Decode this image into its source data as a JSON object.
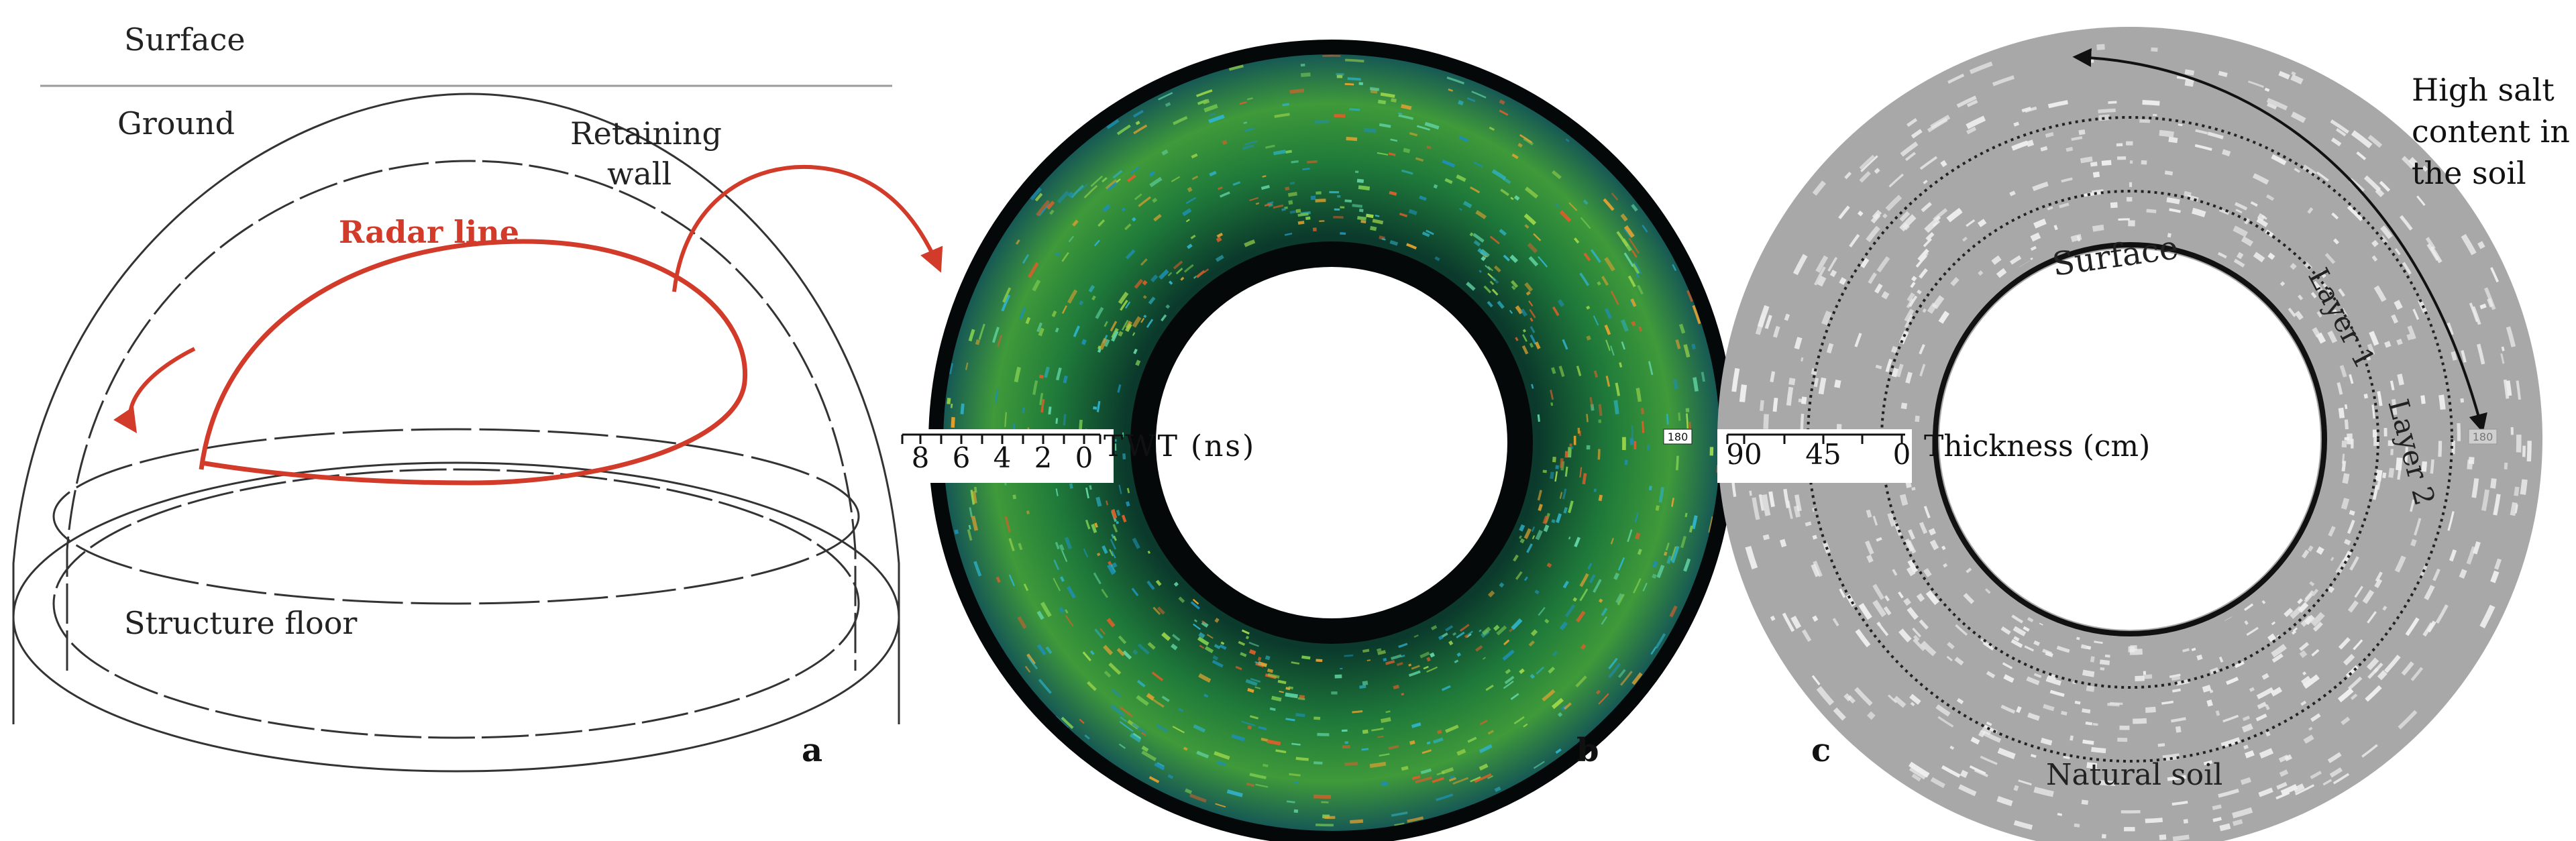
{
  "panel_a": {
    "label": "a",
    "surface": "Surface",
    "ground": "Ground",
    "retaining_wall_line1": "Retaining",
    "retaining_wall_line2": "wall",
    "radar_line": "Radar line",
    "structure_floor": "Structure floor"
  },
  "panel_b": {
    "label": "b",
    "scale_ticks": [
      "8",
      "6",
      "4",
      "2",
      "0"
    ],
    "axis_label": "TWT (ns)",
    "marker": "180"
  },
  "panel_c": {
    "label": "c",
    "scale_ticks": [
      "90",
      "45",
      "0"
    ],
    "axis_label": "Thickness (cm)",
    "surface": "Surface",
    "layer1": "Layer 1",
    "layer2": "Layer 2",
    "natural_soil": "Natural soil",
    "salt_line1": "High salt",
    "salt_line2": "content in",
    "salt_line3": "the soil",
    "marker": "180"
  },
  "colors": {
    "radar_red": "#d23a2a",
    "radargram_bg": "#050808",
    "soil_gray": "#a8a8a8",
    "soil_light": "#e6e6e6"
  }
}
